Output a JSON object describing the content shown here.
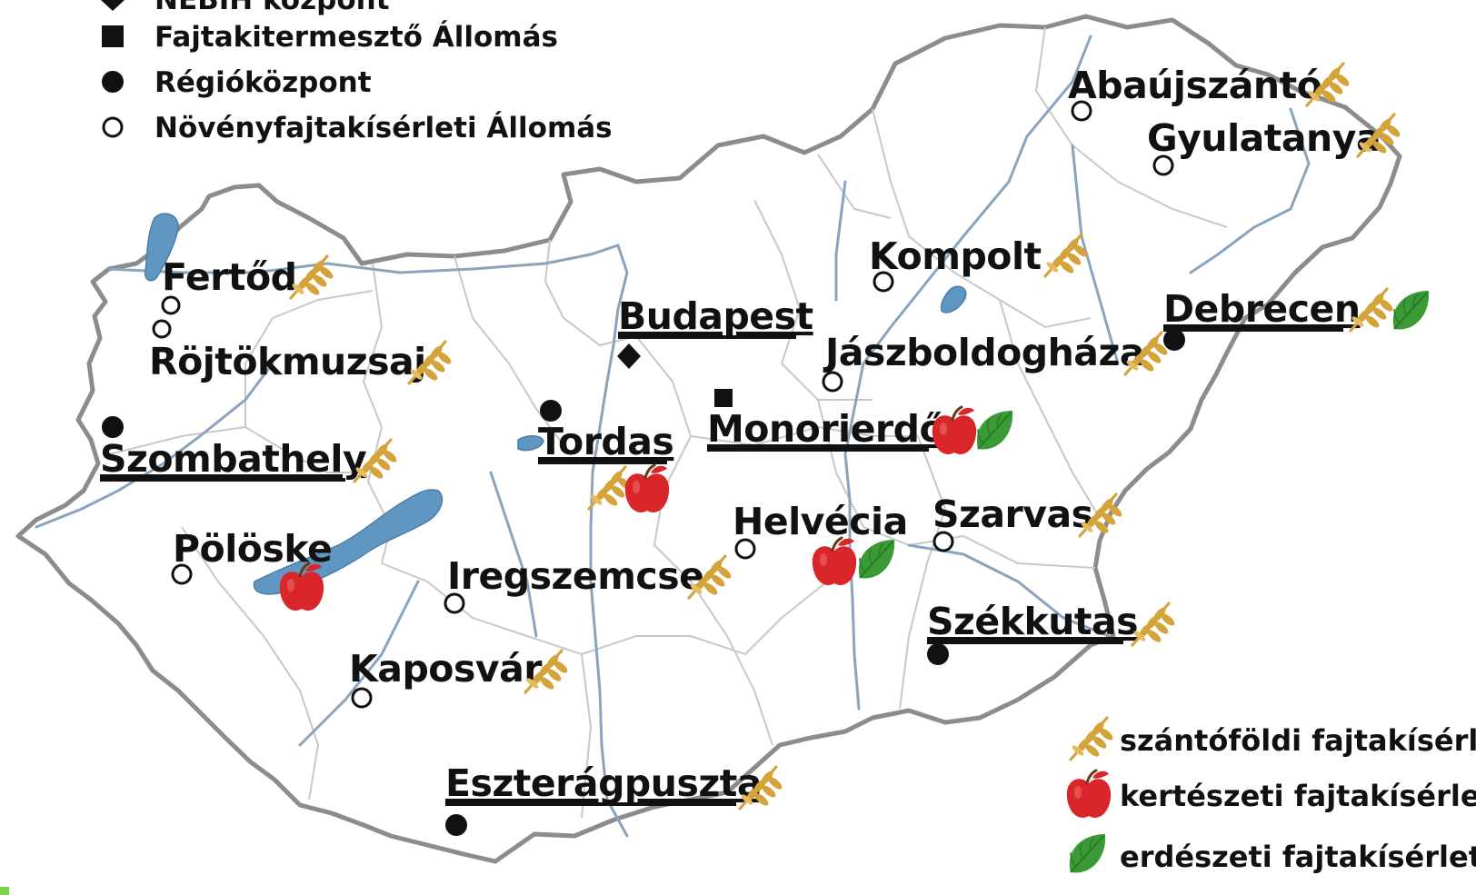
{
  "legend_types": [
    {
      "key": "diamond",
      "label": "NÉBIH központ"
    },
    {
      "key": "square",
      "label": "Fajtakitermesztő Állomás"
    },
    {
      "key": "dot",
      "label": "Régióközpont"
    },
    {
      "key": "ring",
      "label": "Növényfajtakísérleti Állomás"
    }
  ],
  "legend_trials": [
    {
      "key": "wheat",
      "label": "szántóföldi fajtakísérlet"
    },
    {
      "key": "apple",
      "label": "kertészeti fajtakísérlet"
    },
    {
      "key": "leaf",
      "label": "erdészeti fajtakísérlet"
    }
  ],
  "places": [
    {
      "name": "Abaújszántó",
      "marker": "ring",
      "trials": [
        "wheat"
      ],
      "underline": false
    },
    {
      "name": "Gyulatanya",
      "marker": "ring",
      "trials": [
        "wheat"
      ],
      "underline": false
    },
    {
      "name": "Fertőd",
      "marker": "ring",
      "trials": [
        "wheat"
      ],
      "underline": false
    },
    {
      "name": "Röjtökmuzsaj",
      "marker": "ring",
      "trials": [
        "wheat"
      ],
      "underline": false
    },
    {
      "name": "Szombathely",
      "marker": "dot",
      "trials": [
        "wheat"
      ],
      "underline": true
    },
    {
      "name": "Pölöske",
      "marker": "ring",
      "trials": [
        "apple"
      ],
      "underline": false
    },
    {
      "name": "Budapest",
      "marker": "diamond",
      "trials": [],
      "underline": true
    },
    {
      "name": "Tordas",
      "marker": "dot",
      "trials": [
        "wheat",
        "apple"
      ],
      "underline": true
    },
    {
      "name": "Monorierdő",
      "marker": "square",
      "trials": [
        "apple",
        "leaf"
      ],
      "underline": true
    },
    {
      "name": "Kompolt",
      "marker": "ring",
      "trials": [
        "wheat"
      ],
      "underline": false
    },
    {
      "name": "Jászboldogháza",
      "marker": "ring",
      "trials": [
        "wheat"
      ],
      "underline": false
    },
    {
      "name": "Debrecen",
      "marker": "dot",
      "trials": [
        "wheat",
        "leaf"
      ],
      "underline": true
    },
    {
      "name": "Helvécia",
      "marker": "ring",
      "trials": [
        "apple",
        "leaf"
      ],
      "underline": false
    },
    {
      "name": "Szarvas",
      "marker": "ring",
      "trials": [
        "wheat"
      ],
      "underline": false
    },
    {
      "name": "Székkutas",
      "marker": "dot",
      "trials": [
        "wheat"
      ],
      "underline": true
    },
    {
      "name": "Iregszemcse",
      "marker": "ring",
      "trials": [
        "wheat"
      ],
      "underline": false
    },
    {
      "name": "Kaposvár",
      "marker": "ring",
      "trials": [
        "wheat"
      ],
      "underline": false
    },
    {
      "name": "Eszterágpuszta",
      "marker": "dot",
      "trials": [
        "wheat"
      ],
      "underline": true
    }
  ],
  "colors": {
    "border": "#8c8c8c",
    "county": "#c8c8c8",
    "river": "#8aa4bd",
    "lake": "#5f97c2",
    "wheat": "#d4a33a",
    "apple": "#d9262a",
    "leaf": "#3a9a35",
    "text": "#111111"
  }
}
